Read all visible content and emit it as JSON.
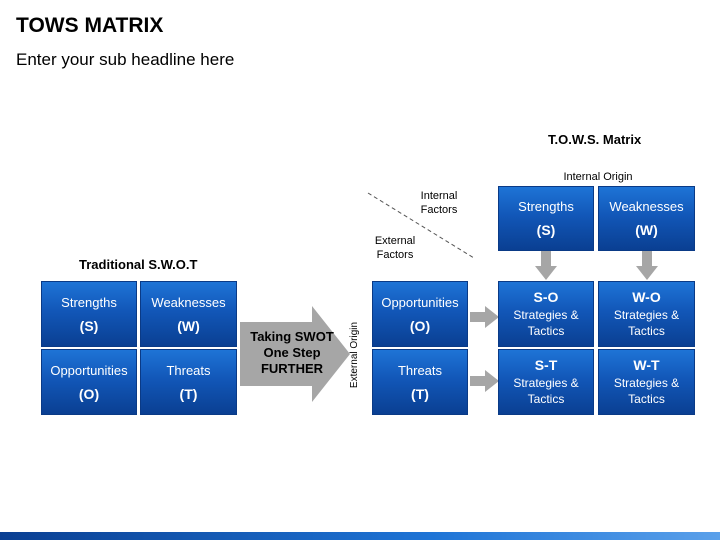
{
  "title": "TOWS MATRIX",
  "subtitle": "Enter your sub headline here",
  "swot": {
    "heading": "Traditional S.W.O.T",
    "cells": [
      {
        "name": "Strengths",
        "code": "(S)"
      },
      {
        "name": "Weaknesses",
        "code": "(W)"
      },
      {
        "name": "Opportunities",
        "code": "(O)"
      },
      {
        "name": "Threats",
        "code": "(T)"
      }
    ]
  },
  "arrow_text": {
    "line1": "Taking SWOT",
    "line2": "One Step",
    "line3": "FURTHER"
  },
  "tows": {
    "heading": "T.O.W.S. Matrix",
    "internal_origin": "Internal Origin",
    "external_origin": "External Origin",
    "internal_factors": {
      "line1": "Internal",
      "line2": "Factors"
    },
    "external_factors": {
      "line1": "External",
      "line2": "Factors"
    },
    "internal": [
      {
        "name": "Strengths",
        "code": "(S)"
      },
      {
        "name": "Weaknesses",
        "code": "(W)"
      }
    ],
    "external": [
      {
        "name": "Opportunities",
        "code": "(O)"
      },
      {
        "name": "Threats",
        "code": "(T)"
      }
    ],
    "strategies": [
      {
        "code": "S-O",
        "line1": "Strategies &",
        "line2": "Tactics"
      },
      {
        "code": "W-O",
        "line1": "Strategies &",
        "line2": "Tactics"
      },
      {
        "code": "S-T",
        "line1": "Strategies &",
        "line2": "Tactics"
      },
      {
        "code": "W-T",
        "line1": "Strategies &",
        "line2": "Tactics"
      }
    ]
  },
  "colors": {
    "box_blue": "#1257b8",
    "arrow_gray": "#a6a6a6",
    "footer": "#0a3f92"
  }
}
